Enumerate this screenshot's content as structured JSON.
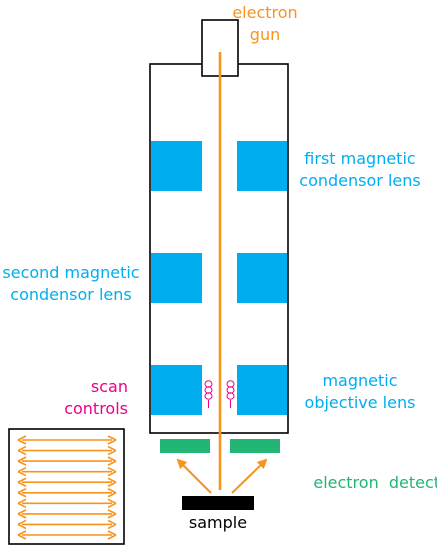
{
  "colors": {
    "beam": "#f7941d",
    "lens": "#00aeef",
    "detector": "#22b573",
    "scan": "#ec008c",
    "outline": "#000000",
    "sample": "#000000"
  },
  "labels": {
    "electron_gun": [
      "electron",
      "gun"
    ],
    "first_lens": [
      "first magnetic",
      "condensor lens"
    ],
    "second_lens": [
      "second magnetic",
      "condensor lens"
    ],
    "objective_lens": [
      "magnetic",
      "objective lens"
    ],
    "scan_controls": [
      "scan",
      "controls"
    ],
    "detector": "electron  detector",
    "sample": "sample"
  },
  "scan_raster": {
    "line_count": 10,
    "arrowheads": "both-ends"
  }
}
